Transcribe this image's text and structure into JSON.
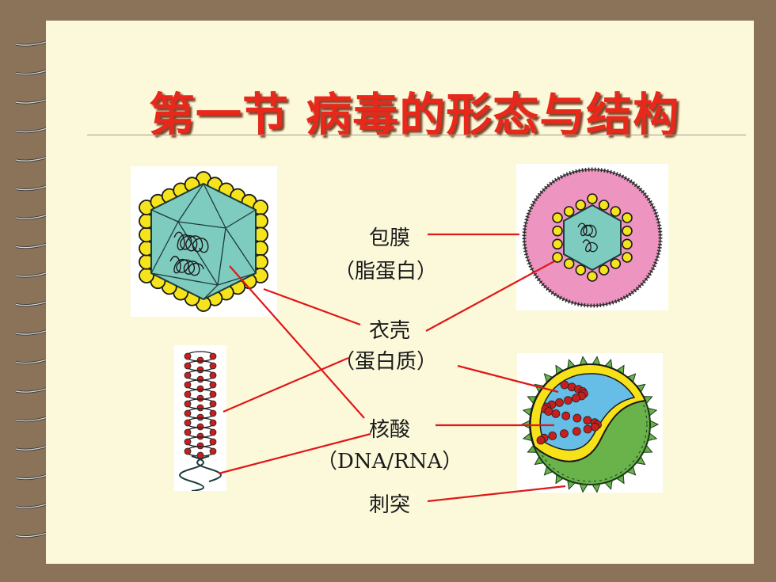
{
  "slide": {
    "title": "第一节 病毒的形态与结构"
  },
  "labels": {
    "envelope": "包膜",
    "envelope_sub": "（脂蛋白）",
    "capsid": "衣壳",
    "capsid_sub": "（蛋白质）",
    "nucleic_acid": "核酸",
    "nucleic_acid_sub": "（DNA/RNA）",
    "spike": "刺突"
  },
  "colors": {
    "title": "#e8281a",
    "leader_lines": "#e01818",
    "page": "#fbf9da",
    "frame": "#8a7358"
  }
}
